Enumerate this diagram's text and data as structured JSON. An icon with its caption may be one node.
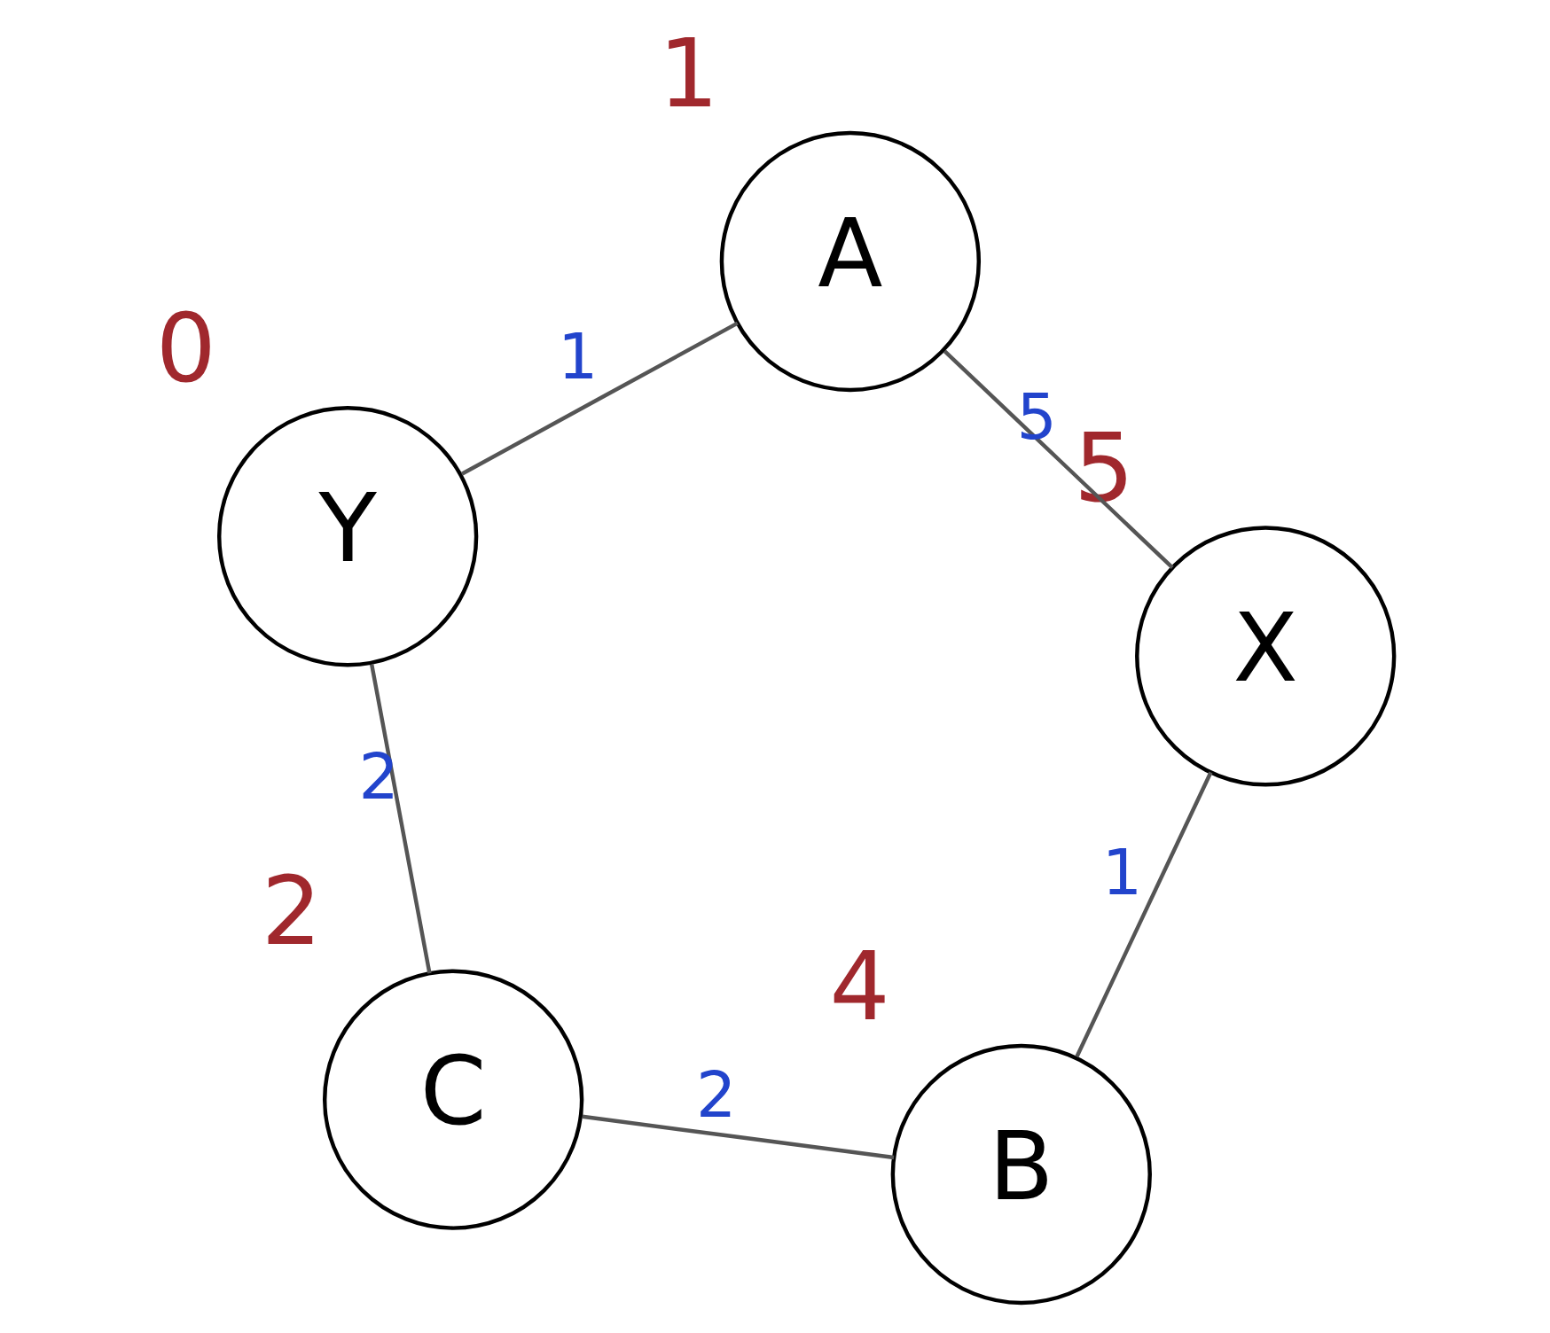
{
  "diagram": {
    "nodes": [
      {
        "text": [
          "X"
        ],
        "beside": [
          "5"
        ]
      },
      {
        "text": [
          "B"
        ],
        "beside": [
          "4"
        ]
      },
      {
        "text": [
          "C"
        ],
        "beside": [
          "2"
        ]
      },
      {
        "text": [
          "Y"
        ],
        "beside": [
          "0"
        ]
      },
      {
        "text": [
          "A"
        ],
        "beside": [
          "1"
        ]
      }
    ],
    "edges": [
      {
        "from": 0,
        "to": 1,
        "arrow": "none",
        "label": "1"
      },
      {
        "from": 1,
        "to": 2,
        "arrow": "none",
        "label": "2"
      },
      {
        "from": 2,
        "to": 3,
        "arrow": "none",
        "label": "2"
      },
      {
        "from": 0,
        "to": 4,
        "arrow": "none",
        "label": "5"
      },
      {
        "from": 4,
        "to": 3,
        "arrow": "none",
        "label": "1"
      }
    ]
  }
}
